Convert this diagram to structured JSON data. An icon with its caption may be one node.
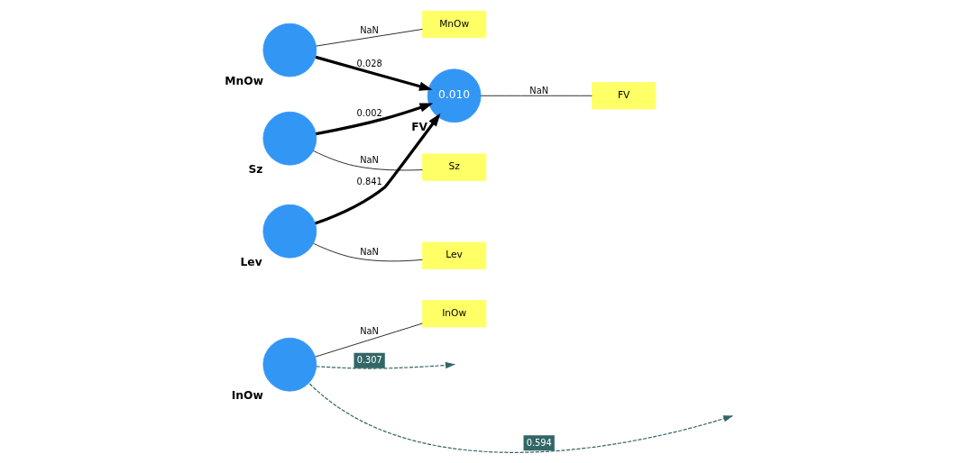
{
  "diagram": {
    "nodes": [
      {
        "text": [
          "InOw"
        ]
      },
      {
        "text": [
          "InOw"
        ]
      },
      {
        "text": [
          "MnOw"
        ]
      },
      {
        "text": [
          "MnOw"
        ]
      },
      {
        "text": [
          "Sz"
        ]
      },
      {
        "text": [
          "Sz"
        ]
      },
      {
        "text": [
          "0.010",
          "FV"
        ]
      },
      {
        "text": [
          "FV"
        ]
      },
      {
        "text": [
          "Lev"
        ]
      },
      {
        "text": [
          "Lev"
        ]
      }
    ],
    "edges": [
      {
        "from": 0,
        "to": 1,
        "arrow": "none",
        "label": "NaN"
      },
      {
        "from": 2,
        "to": 3,
        "arrow": "none",
        "label": "NaN"
      },
      {
        "from": 4,
        "to": 5,
        "arrow": "none",
        "label": "NaN"
      },
      {
        "from": 6,
        "to": 7,
        "arrow": "none",
        "label": "NaN"
      },
      {
        "from": 8,
        "to": 9,
        "arrow": "none",
        "label": "NaN"
      },
      {
        "from": 2,
        "to": 6,
        "arrow": "to",
        "label": "0.028",
        "style": "thick"
      },
      {
        "from": 4,
        "to": 6,
        "arrow": "to",
        "label": "0.002",
        "style": "thick"
      },
      {
        "from": 8,
        "to": 6,
        "arrow": "to",
        "label": "0.841",
        "style": "thick"
      },
      {
        "from": 0,
        "to": null,
        "arrow": "to",
        "label": "0.594",
        "style": "dashed",
        "color": "#336666"
      },
      {
        "from": 0,
        "to": null,
        "arrow": "to",
        "label": "0.307",
        "style": "dashed",
        "color": "#336666"
      }
    ]
  }
}
